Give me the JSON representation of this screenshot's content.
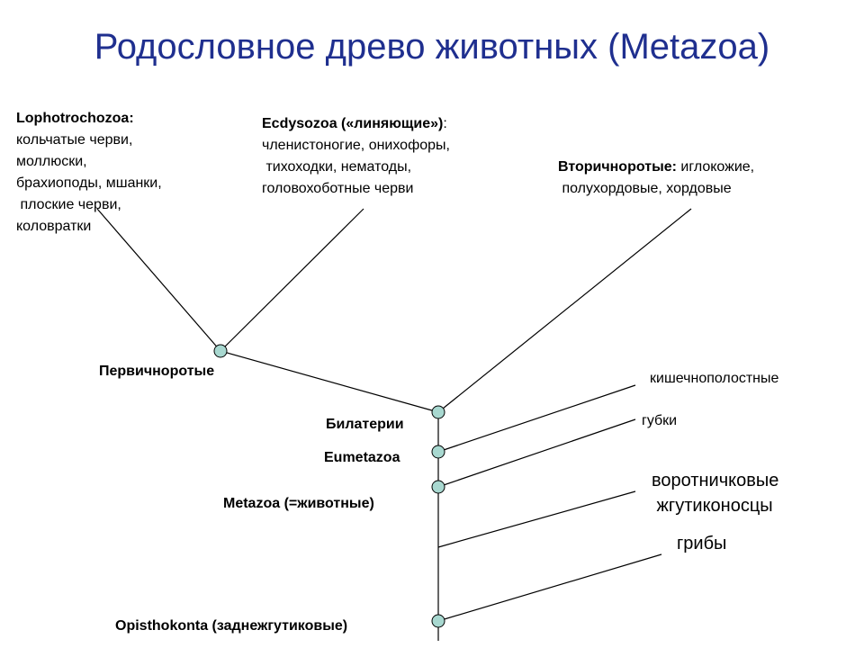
{
  "title": "Родословное древо животных (Metazoa)",
  "groups": {
    "lophotrochozoa": {
      "name": "Lophotrochozoa:",
      "lines": [
        "кольчатые черви,",
        "моллюски,",
        "брахиоподы, мшанки,",
        " плоские черви,",
        "коловратки"
      ]
    },
    "ecdysozoa": {
      "name": "Ecdysozoa («линяющие»)",
      "name_suffix": ":",
      "lines": [
        "членистоногие, онихофоры,",
        " тихоходки, нематоды,",
        "головохоботные черви"
      ]
    },
    "deuterostomia": {
      "name": "Вторичноротые:",
      "rest": " иглокожие,",
      "lines": [
        " полухордовые, хордовые"
      ]
    }
  },
  "branches": {
    "cnidaria": "кишечнополостные",
    "sponges": "губки",
    "choanoflagellates": [
      "воротничковые",
      " жгутиконосцы"
    ],
    "fungi": "грибы"
  },
  "nodes": {
    "protostomia": "Первичноротые",
    "bilateria": "Билатерии",
    "eumetazoa": "Eumetazoa",
    "metazoa": "Metazoa (=животные)",
    "opisthokonta": "Opisthokonta (заднежгутиковые)"
  },
  "colors": {
    "title": "#1f2f8f",
    "node_fill": "#a8d8d0",
    "line": "#000000"
  }
}
